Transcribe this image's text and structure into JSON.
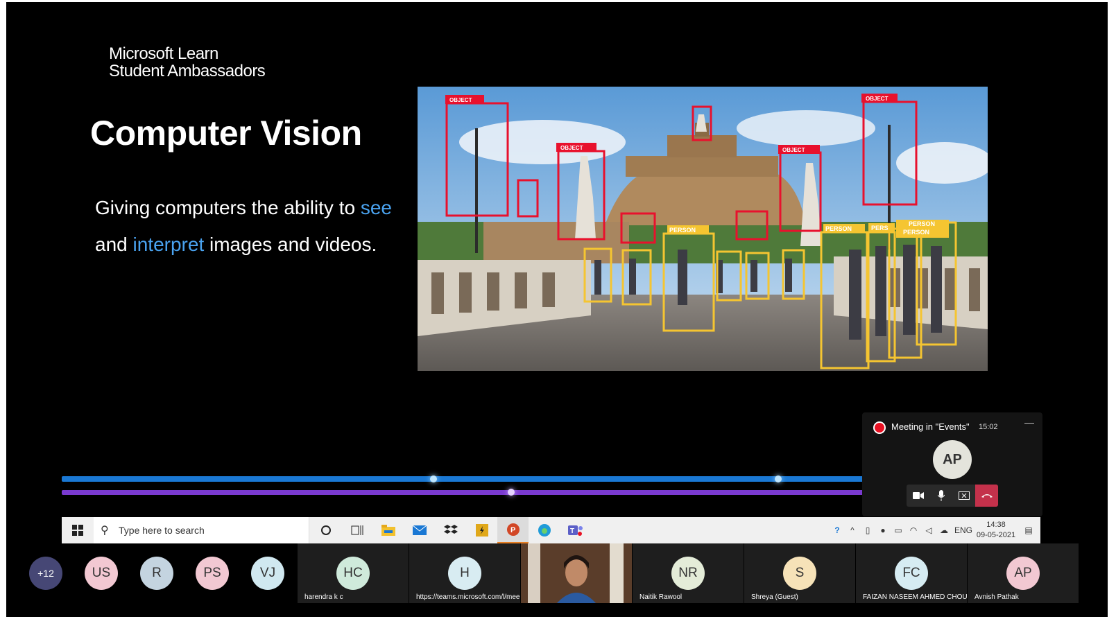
{
  "slide": {
    "logo_line1": "Microsoft Learn",
    "logo_line2": "Student Ambassadors",
    "title": "Computer Vision",
    "body_part1": "Giving computers the ability to",
    "body_see": "see",
    "body_and": " and ",
    "body_interpret": "interpret",
    "body_part2": " images and videos.",
    "hero_label_object": "OBJECT",
    "hero_label_person": "PERSON",
    "hero_label_pers": "PERS"
  },
  "meeting": {
    "title": "Meeting in \"Events\"",
    "timer": "15:02",
    "minimize": "—",
    "avatar_initials": "AP"
  },
  "taskbar": {
    "search_placeholder": "Type here to search",
    "apps": [
      "cortana-icon",
      "task-view-icon",
      "file-explorer-icon",
      "mail-icon",
      "dropbox-icon",
      "sticky-app-icon",
      "powerpoint-icon",
      "edge-icon",
      "teams-icon"
    ],
    "lang": "ENG",
    "time": "14:38",
    "date": "09-05-2021"
  },
  "participants": [
    {
      "initials": "+12",
      "name": ""
    },
    {
      "initials": "US",
      "name": ""
    },
    {
      "initials": "R",
      "name": ""
    },
    {
      "initials": "PS",
      "name": ""
    },
    {
      "initials": "VJ",
      "name": ""
    },
    {
      "initials": "HC",
      "name": "harendra k c"
    },
    {
      "initials": "H",
      "name": "https://teams.microsoft.com/l/mee..."
    },
    {
      "initials": "",
      "name": ""
    },
    {
      "initials": "NR",
      "name": "Naitik Rawool"
    },
    {
      "initials": "S",
      "name": "Shreya (Guest)"
    },
    {
      "initials": "FC",
      "name": "FAIZAN NASEEM AHMED CHOUDH..."
    },
    {
      "initials": "AP",
      "name": "Avnish Pathak"
    }
  ],
  "colors": {
    "accent_text": "#4aa3f0",
    "box_red": "#e8112d",
    "box_yellow": "#f5c531",
    "end_call": "#c4314b",
    "progress_blue": "#1a78d4",
    "progress_purple": "#7a3ad0"
  }
}
